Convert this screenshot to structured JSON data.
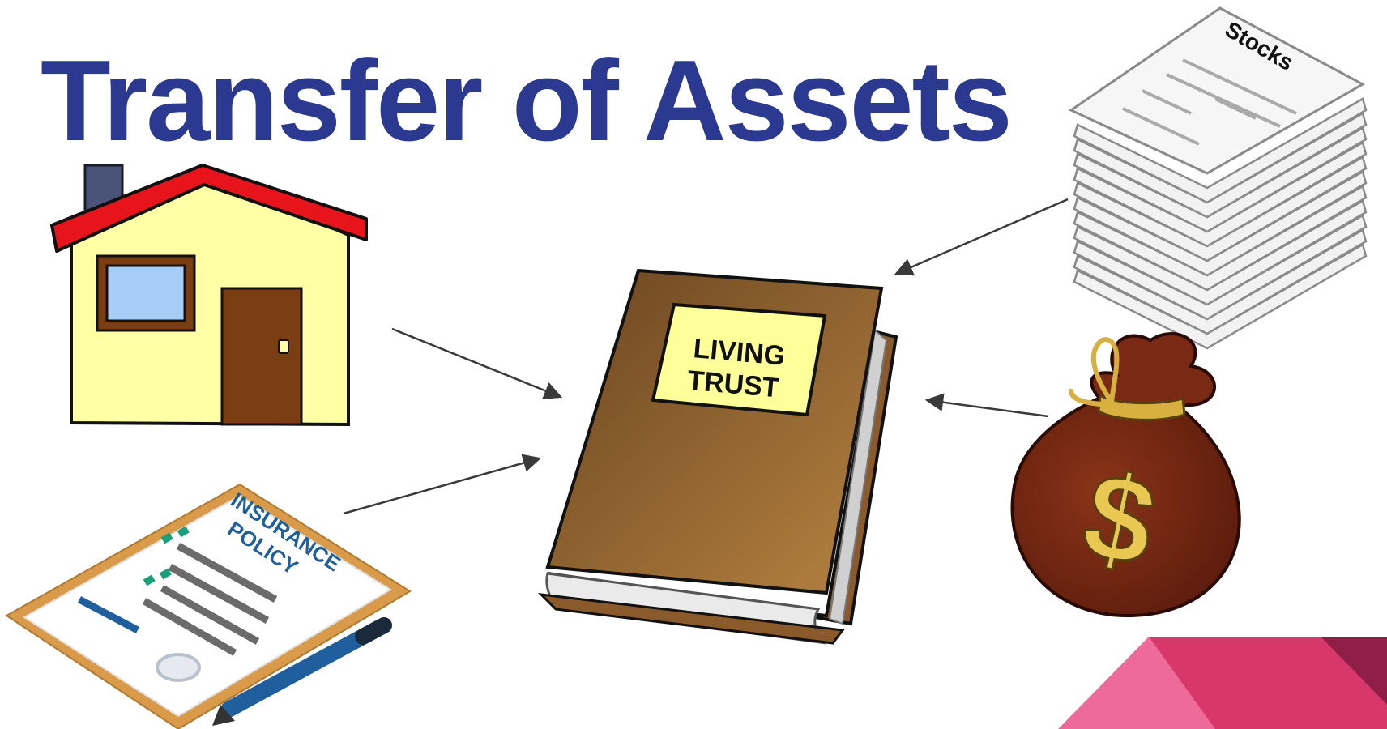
{
  "slide": {
    "title": "Transfer of Assets",
    "title_color": "#2b3990"
  },
  "diagram": {
    "center": {
      "label_line1": "LIVING",
      "label_line2": "TRUST"
    },
    "sources": [
      {
        "id": "house",
        "icon": "house-icon"
      },
      {
        "id": "insurance",
        "icon": "insurance-policy-icon",
        "label_line1": "INSURANCE",
        "label_line2": "POLICY"
      },
      {
        "id": "stocks",
        "icon": "stocks-papers-icon",
        "label": "Stocks"
      },
      {
        "id": "money",
        "icon": "money-bag-icon",
        "symbol": "$"
      }
    ]
  },
  "colors": {
    "book_cover_light": "#b07d3a",
    "book_cover_dark": "#6a4420",
    "label_yellow": "#ffff99",
    "roof_red": "#e8141b",
    "house_yellow": "#ffffa6",
    "bag_brown": "#7a2a14",
    "policy_blue": "#1f5f9e",
    "accent_pink": "#e2457a",
    "accent_dark": "#8f1f47"
  }
}
